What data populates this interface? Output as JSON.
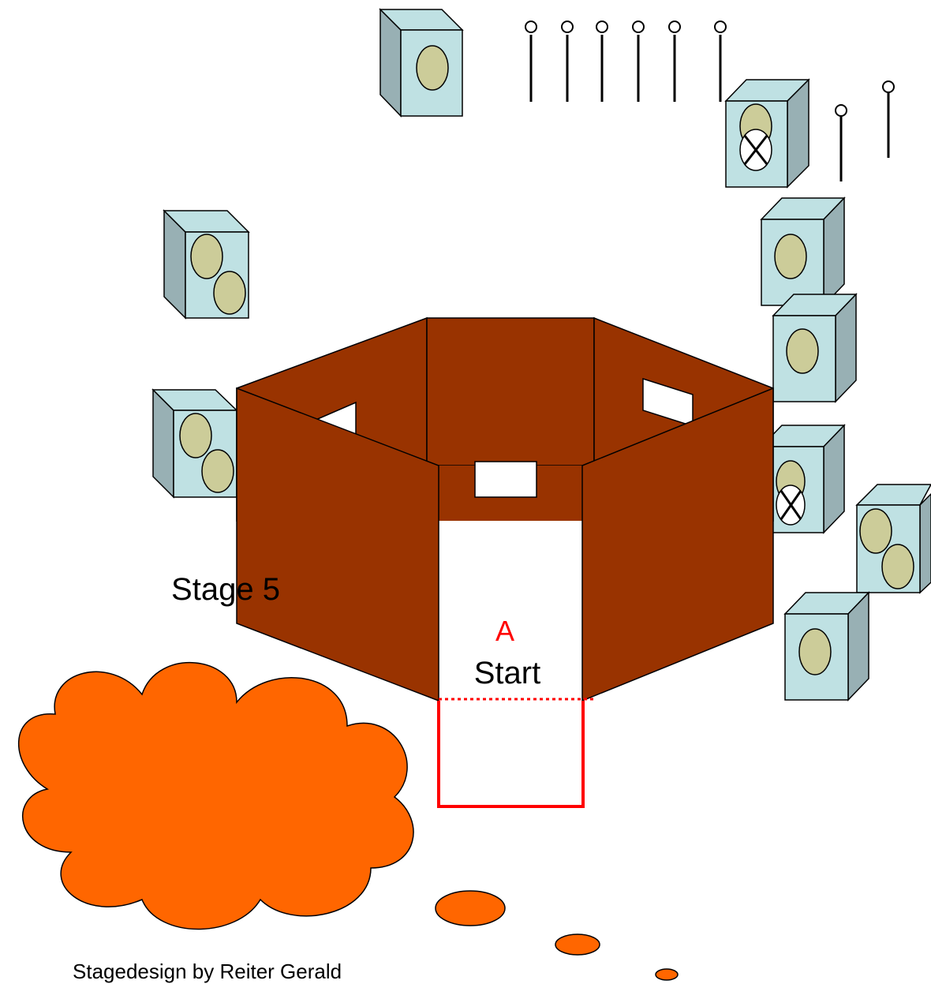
{
  "stage": {
    "title": "Stage 5",
    "start_letter": "A",
    "start_label": "Start",
    "credit": "Stagedesign by Reiter Gerald"
  },
  "colors": {
    "wall": "#993300",
    "target_face": "#BFE1E3",
    "target_side": "#98B0B4",
    "target_plate": "#CCCC99",
    "cloud": "#FF6600",
    "start_box": "#FF0000",
    "popper": "#000000"
  },
  "elements": {
    "targets": [
      {
        "name": "target-top-center",
        "zones": "single"
      },
      {
        "name": "target-top-right-noshoot",
        "zones": "single-noshoot"
      },
      {
        "name": "target-left-upper",
        "zones": "double"
      },
      {
        "name": "target-left-lower",
        "zones": "double"
      },
      {
        "name": "target-right-1",
        "zones": "single"
      },
      {
        "name": "target-right-2",
        "zones": "single"
      },
      {
        "name": "target-right-3-noshoot",
        "zones": "single-noshoot"
      },
      {
        "name": "target-right-4",
        "zones": "double"
      },
      {
        "name": "target-right-5",
        "zones": "single"
      }
    ],
    "poppers_count": 8
  }
}
